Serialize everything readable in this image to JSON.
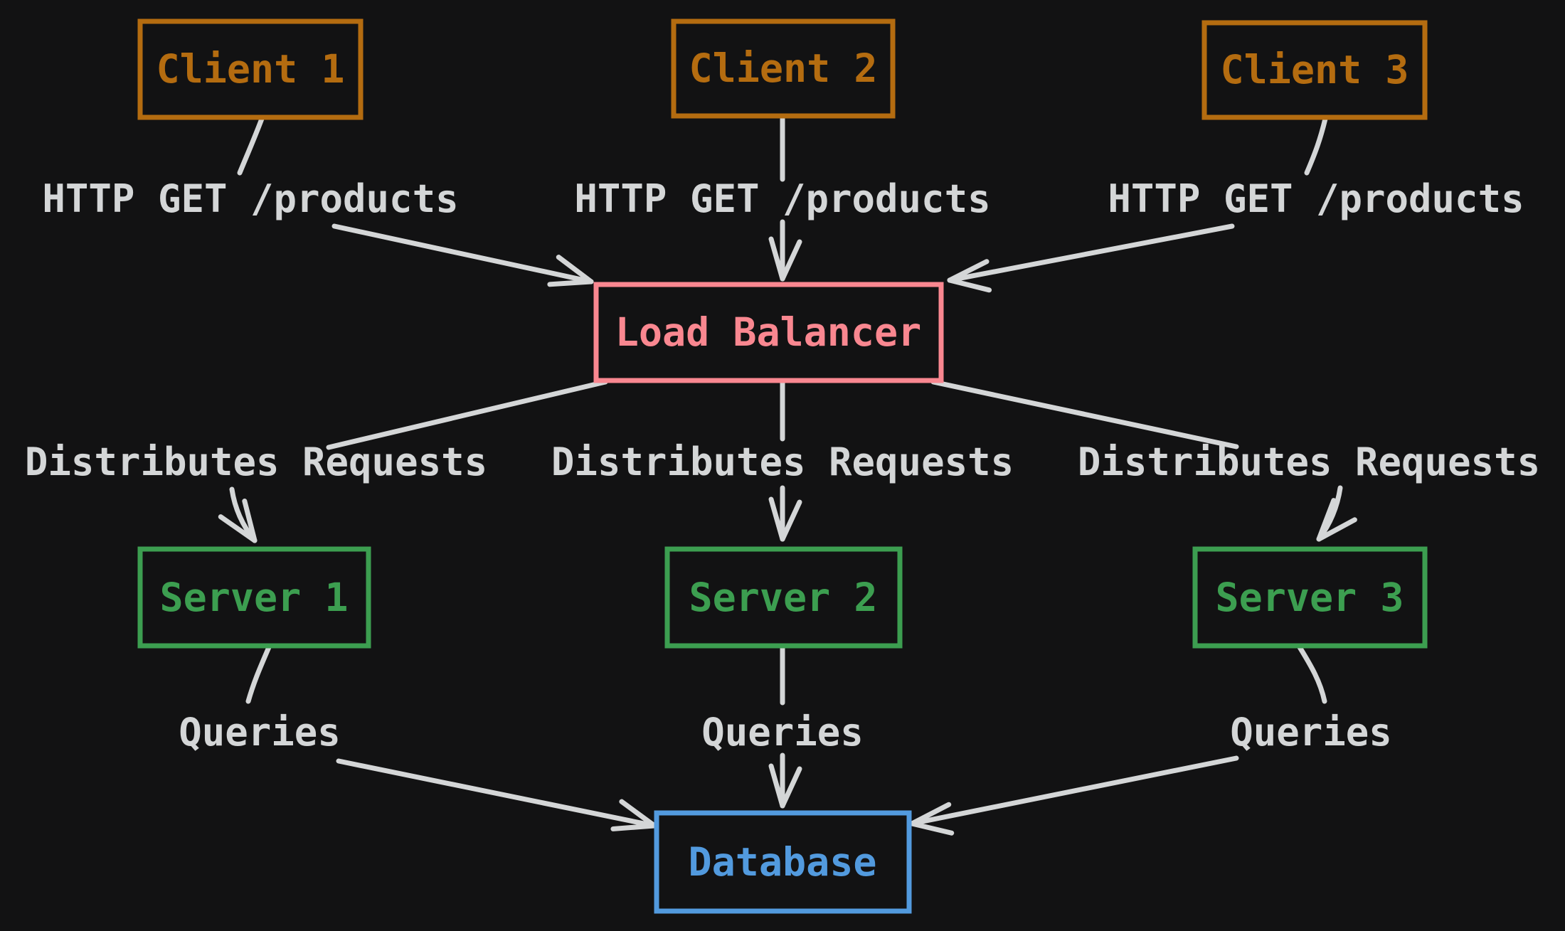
{
  "diagram": {
    "background": "#121213",
    "connector_color": "#d4d6d7",
    "nodes": [
      {
        "id": "client-1",
        "label": "Client 1",
        "color": "#b46c10"
      },
      {
        "id": "client-2",
        "label": "Client 2",
        "color": "#b46c10"
      },
      {
        "id": "client-3",
        "label": "Client 3",
        "color": "#b46c10"
      },
      {
        "id": "load-balancer",
        "label": "Load Balancer",
        "color": "#f98790"
      },
      {
        "id": "server-1",
        "label": "Server 1",
        "color": "#3c9e50"
      },
      {
        "id": "server-2",
        "label": "Server 2",
        "color": "#3c9e50"
      },
      {
        "id": "server-3",
        "label": "Server 3",
        "color": "#3c9e50"
      },
      {
        "id": "database",
        "label": "Database",
        "color": "#529ade"
      }
    ],
    "edges": [
      {
        "from": "client-1",
        "to": "load-balancer",
        "label": "HTTP GET /products"
      },
      {
        "from": "client-2",
        "to": "load-balancer",
        "label": "HTTP GET /products"
      },
      {
        "from": "client-3",
        "to": "load-balancer",
        "label": "HTTP GET /products"
      },
      {
        "from": "load-balancer",
        "to": "server-1",
        "label": "Distributes Requests"
      },
      {
        "from": "load-balancer",
        "to": "server-2",
        "label": "Distributes Requests"
      },
      {
        "from": "load-balancer",
        "to": "server-3",
        "label": "Distributes Requests"
      },
      {
        "from": "server-1",
        "to": "database",
        "label": "Queries"
      },
      {
        "from": "server-2",
        "to": "database",
        "label": "Queries"
      },
      {
        "from": "server-3",
        "to": "database",
        "label": "Queries"
      }
    ]
  }
}
